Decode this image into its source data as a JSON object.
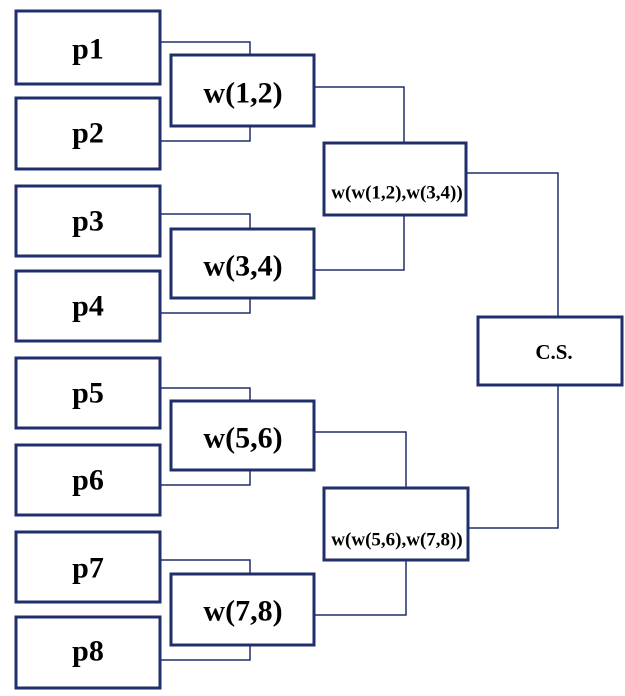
{
  "players": [
    "p1",
    "p2",
    "p3",
    "p4",
    "p5",
    "p6",
    "p7",
    "p8"
  ],
  "round1": [
    "w(1,2)",
    "w(3,4)",
    "w(5,6)",
    "w(7,8)"
  ],
  "round2": [
    "w(w(1,2),w(3,4))",
    "w(w(5,6),w(7,8))"
  ],
  "champion": "C.S."
}
